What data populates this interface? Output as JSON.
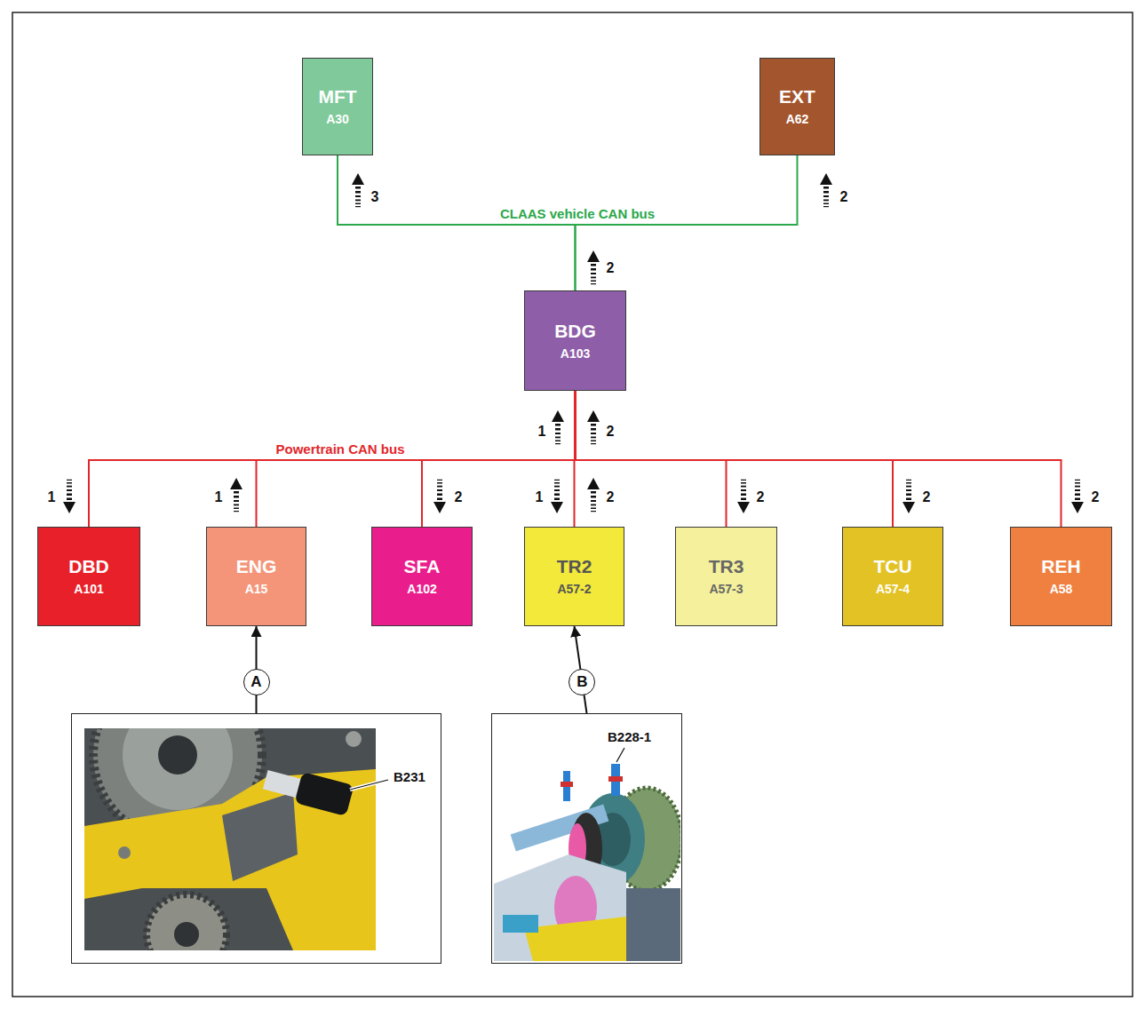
{
  "diagram": {
    "nodes": [
      {
        "text": [
          "MFT",
          "A30"
        ]
      },
      {
        "text": [
          "EXT",
          "A62"
        ]
      },
      {
        "text": [
          "BDG",
          "A103"
        ]
      },
      {
        "text": [
          "DBD",
          "A101"
        ]
      },
      {
        "text": [
          "ENG",
          "A15"
        ]
      },
      {
        "text": [
          "SFA",
          "A102"
        ]
      },
      {
        "text": [
          "TR2",
          "A57-2"
        ]
      },
      {
        "text": [
          "TR3",
          "A57-3"
        ]
      },
      {
        "text": [
          "TCU",
          "A57-4"
        ]
      },
      {
        "text": [
          "REH",
          "A58"
        ]
      },
      {
        "text": [
          "B231"
        ]
      },
      {
        "text": [
          "B228-1"
        ]
      }
    ],
    "edges": [
      {
        "from": 2,
        "to": 0,
        "arrow": "none"
      },
      {
        "from": 2,
        "to": 1,
        "arrow": "none"
      },
      {
        "from": 2,
        "to": 3,
        "arrow": "none"
      },
      {
        "from": 2,
        "to": 4,
        "arrow": "none"
      },
      {
        "from": 2,
        "to": 5,
        "arrow": "none"
      },
      {
        "from": 2,
        "to": 6,
        "arrow": "none"
      },
      {
        "from": 2,
        "to": 7,
        "arrow": "none"
      },
      {
        "from": 2,
        "to": 8,
        "arrow": "none"
      },
      {
        "from": 2,
        "to": 9,
        "arrow": "none"
      },
      {
        "from": 10,
        "to": 4,
        "label": "A",
        "arrow": "to"
      },
      {
        "from": 11,
        "to": 6,
        "label": "B",
        "arrow": "to"
      }
    ],
    "labels": [
      "CLAAS vehicle CAN bus",
      "3",
      "2",
      "2",
      "Powertrain CAN bus",
      "1",
      "2",
      "1",
      "1",
      "2",
      "1",
      "2",
      "2",
      "2",
      "2"
    ]
  }
}
